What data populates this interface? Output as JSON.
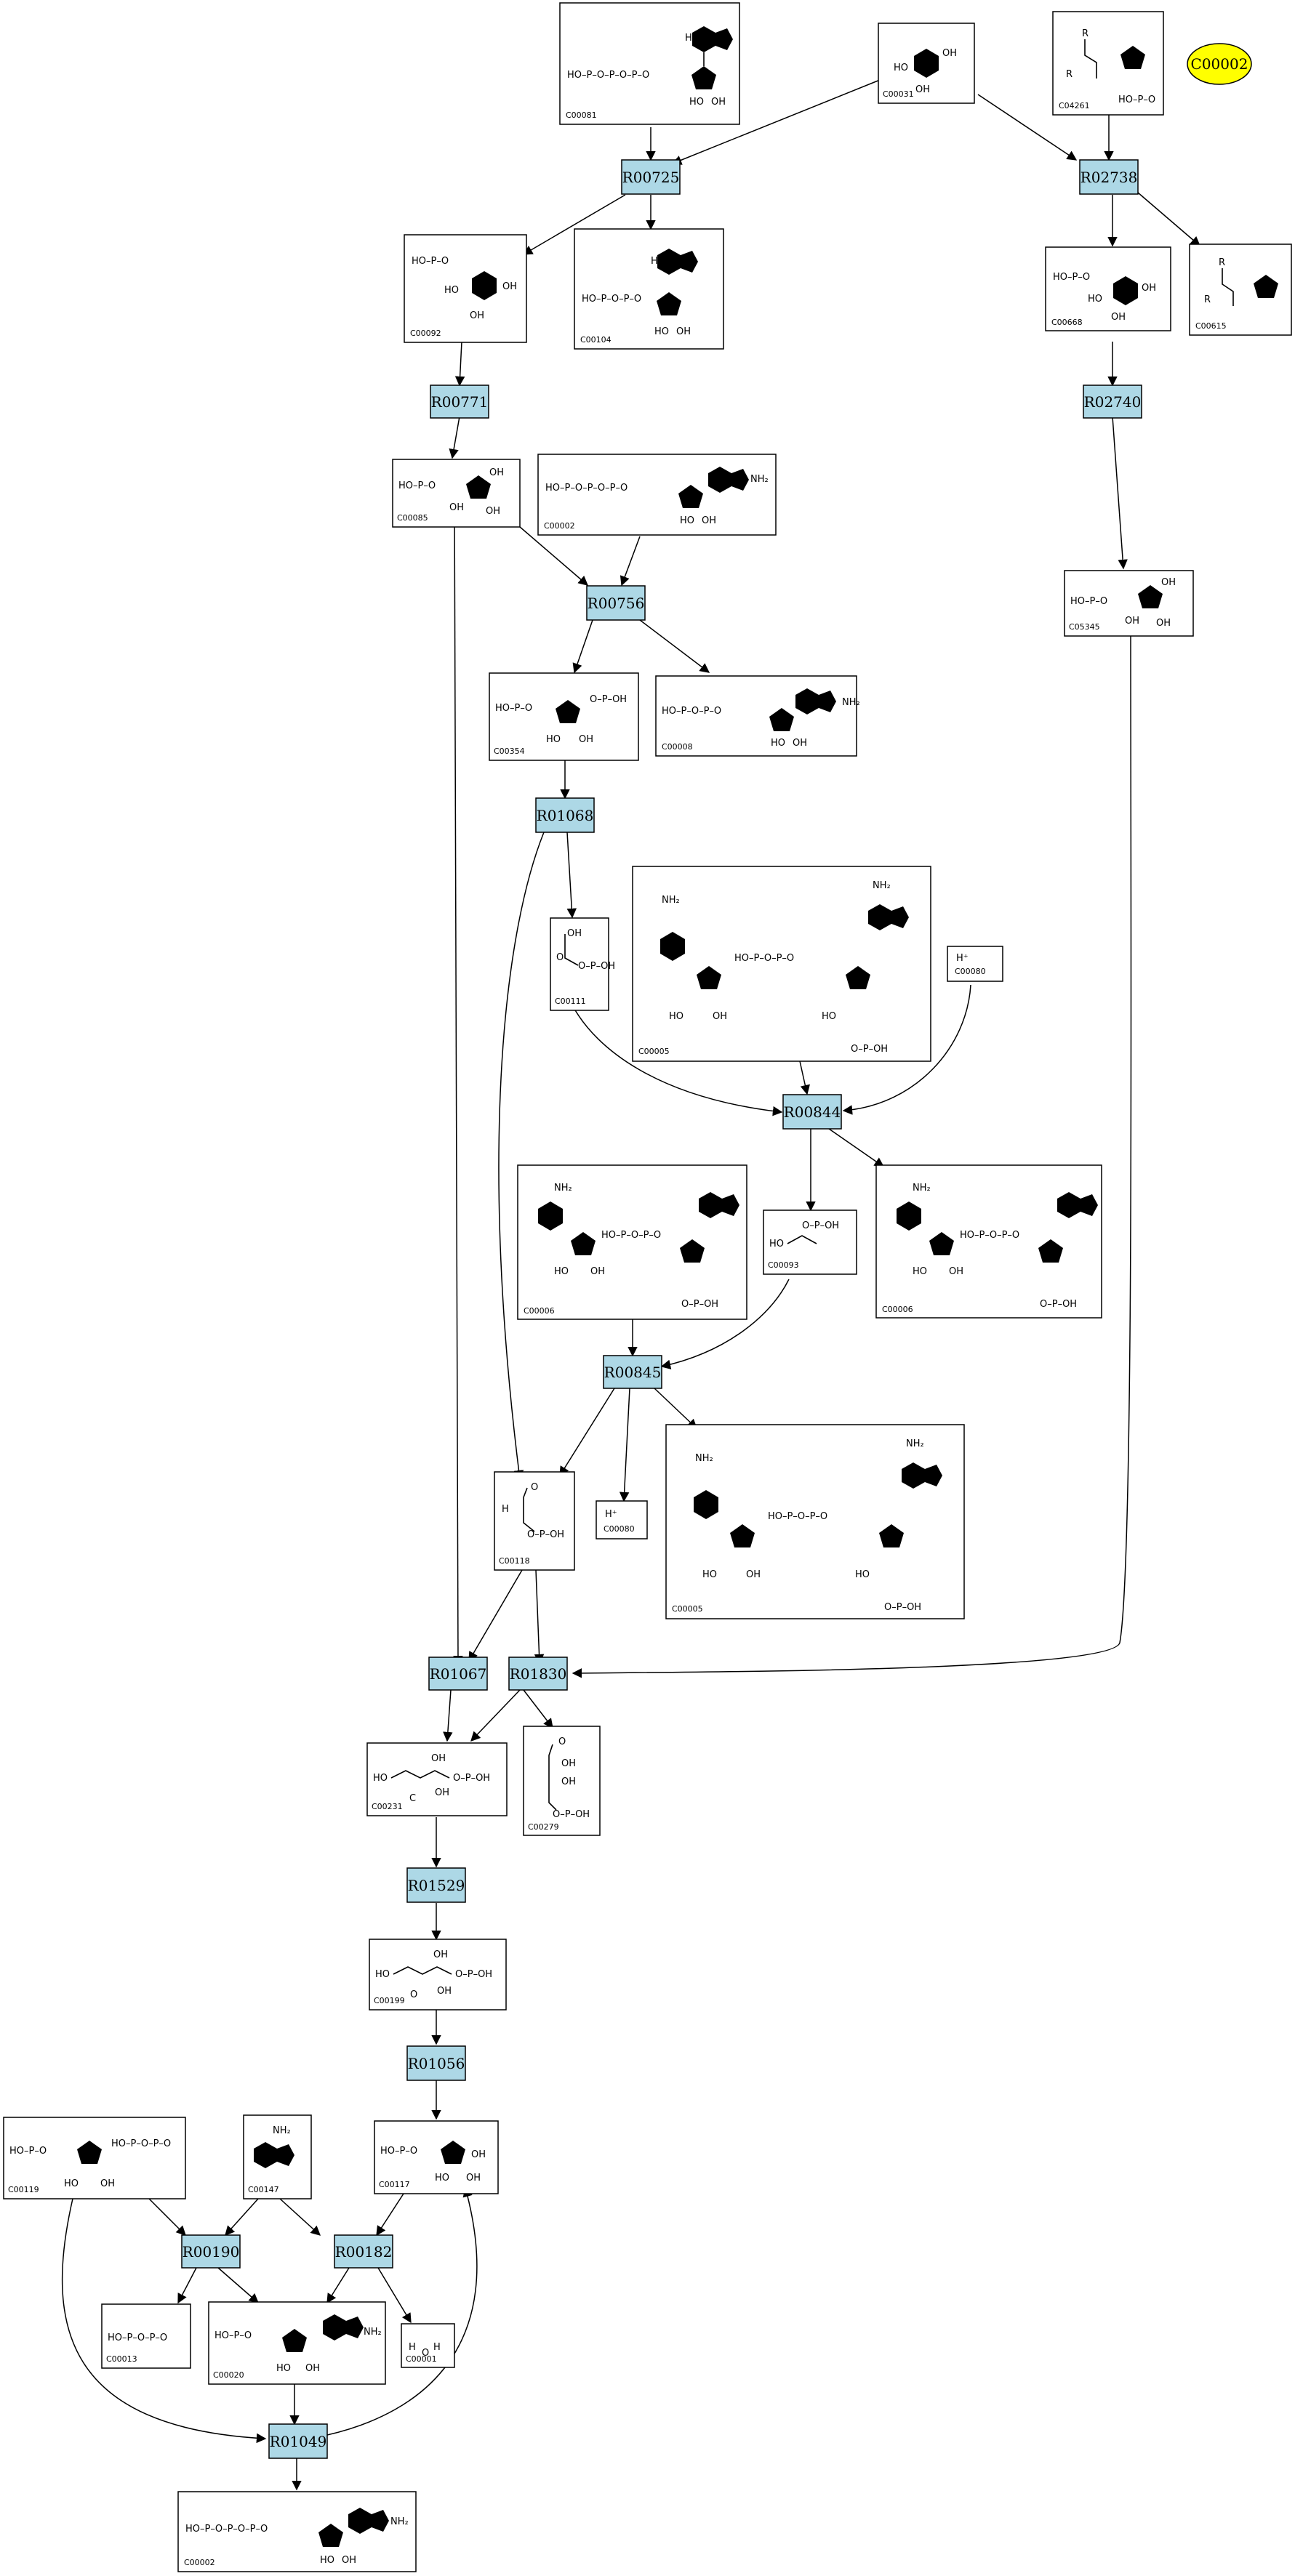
{
  "diagram": {
    "reactions": [
      {
        "key": "R00725",
        "label": "R00725"
      },
      {
        "key": "R02738",
        "label": "R02738"
      },
      {
        "key": "R00771",
        "label": "R00771"
      },
      {
        "key": "R02740",
        "label": "R02740"
      },
      {
        "key": "R00756",
        "label": "R00756"
      },
      {
        "key": "R01068",
        "label": "R01068"
      },
      {
        "key": "R00844",
        "label": "R00844"
      },
      {
        "key": "R00845",
        "label": "R00845"
      },
      {
        "key": "R01067",
        "label": "R01067"
      },
      {
        "key": "R01830",
        "label": "R01830"
      },
      {
        "key": "R01529",
        "label": "R01529"
      },
      {
        "key": "R01056",
        "label": "R01056"
      },
      {
        "key": "R00190",
        "label": "R00190"
      },
      {
        "key": "R00182",
        "label": "R00182"
      },
      {
        "key": "R01049",
        "label": "R01049"
      }
    ],
    "highlight_node": {
      "label": "C00002",
      "color": "#ffff00"
    },
    "reaction_color": "#add8e6",
    "compounds": [
      {
        "key": "c00081",
        "id": "C00081"
      },
      {
        "key": "c00031",
        "id": "C00031"
      },
      {
        "key": "c04261",
        "id": "C04261"
      },
      {
        "key": "c00092",
        "id": "C00092"
      },
      {
        "key": "c00104",
        "id": "C00104"
      },
      {
        "key": "c00668",
        "id": "C00668"
      },
      {
        "key": "c00615",
        "id": "C00615"
      },
      {
        "key": "c00085",
        "id": "C00085"
      },
      {
        "key": "c00002a",
        "id": "C00002"
      },
      {
        "key": "c05345",
        "id": "C05345"
      },
      {
        "key": "c00354",
        "id": "C00354"
      },
      {
        "key": "c00008",
        "id": "C00008"
      },
      {
        "key": "c00111",
        "id": "C00111"
      },
      {
        "key": "c00005a",
        "id": "C00005"
      },
      {
        "key": "c00080a",
        "id": "C00080"
      },
      {
        "key": "c00006a",
        "id": "C00006"
      },
      {
        "key": "c00093",
        "id": "C00093"
      },
      {
        "key": "c00006b",
        "id": "C00006"
      },
      {
        "key": "c00118",
        "id": "C00118"
      },
      {
        "key": "c00080b",
        "id": "C00080"
      },
      {
        "key": "c00005b",
        "id": "C00005"
      },
      {
        "key": "c00231",
        "id": "C00231"
      },
      {
        "key": "c00279",
        "id": "C00279"
      },
      {
        "key": "c00199",
        "id": "C00199"
      },
      {
        "key": "c00119",
        "id": "C00119"
      },
      {
        "key": "c00147",
        "id": "C00147"
      },
      {
        "key": "c00117",
        "id": "C00117"
      },
      {
        "key": "c00013",
        "id": "C00013"
      },
      {
        "key": "c00020",
        "id": "C00020"
      },
      {
        "key": "c00001",
        "id": "C00001"
      },
      {
        "key": "c00002b",
        "id": "C00002"
      }
    ],
    "atoms": {
      "hplus": "H⁺",
      "oh": "OH",
      "ho": "HO",
      "nh2": "NH₂",
      "o": "O",
      "p": "P",
      "n": "N",
      "h": "H",
      "hn": "HN",
      "r": "R",
      "c": "C",
      "hop": "HO–P–O",
      "pchain2": "HO–P–O–P–O",
      "pchain3": "HO–P–O–P–O–P–O",
      "po_oh": "O–P–OH"
    }
  }
}
